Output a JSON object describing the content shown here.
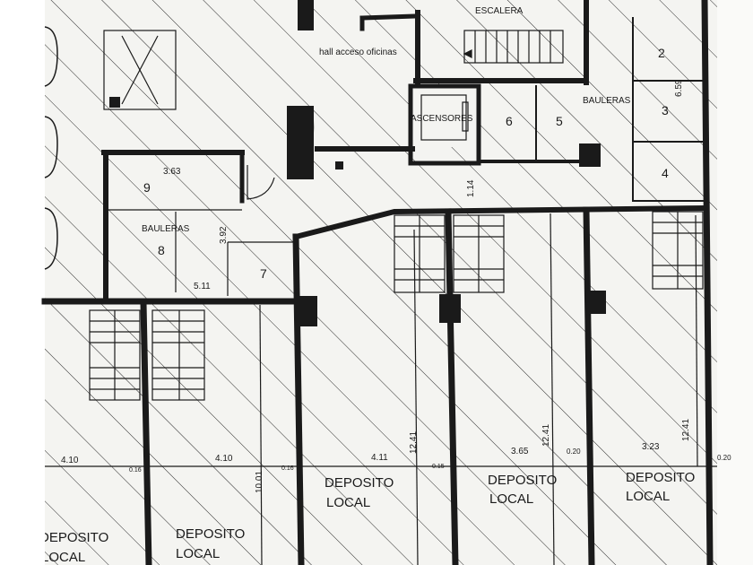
{
  "labels": {
    "escalera": "ESCALERA",
    "hall": "hall acceso oficinas",
    "ascensores": "ASCENSORES",
    "bauleras_right": "BAULERAS",
    "bauleras_left": "BAULERAS",
    "deposito": "DEPOSITO",
    "local": "LOCAL"
  },
  "rooms": {
    "r2": "2",
    "r3": "3",
    "r4": "4",
    "r5": "5",
    "r6": "6",
    "r7": "7",
    "r8": "8",
    "r9": "9"
  },
  "dims": {
    "d_659": "6.59",
    "d_114": "1.14",
    "d_363": "3.63",
    "d_392": "3.92",
    "d_511": "5.11",
    "d_410a": "4.10",
    "d_016a": "0.16",
    "d_410b": "4.10",
    "d_1001": "10.01",
    "d_016b": "0.16",
    "d_411": "4.11",
    "d_1241a": "12.41",
    "d_015": "0.15",
    "d_365": "3.65",
    "d_1241b": "12.41",
    "d_020a": "0.20",
    "d_323": "3.23",
    "d_1241c": "12.41",
    "d_020b": "0.20"
  },
  "colors": {
    "paper": "#f4f4f1",
    "ink": "#1a1a1a",
    "hatch": "#2a2a2a"
  }
}
